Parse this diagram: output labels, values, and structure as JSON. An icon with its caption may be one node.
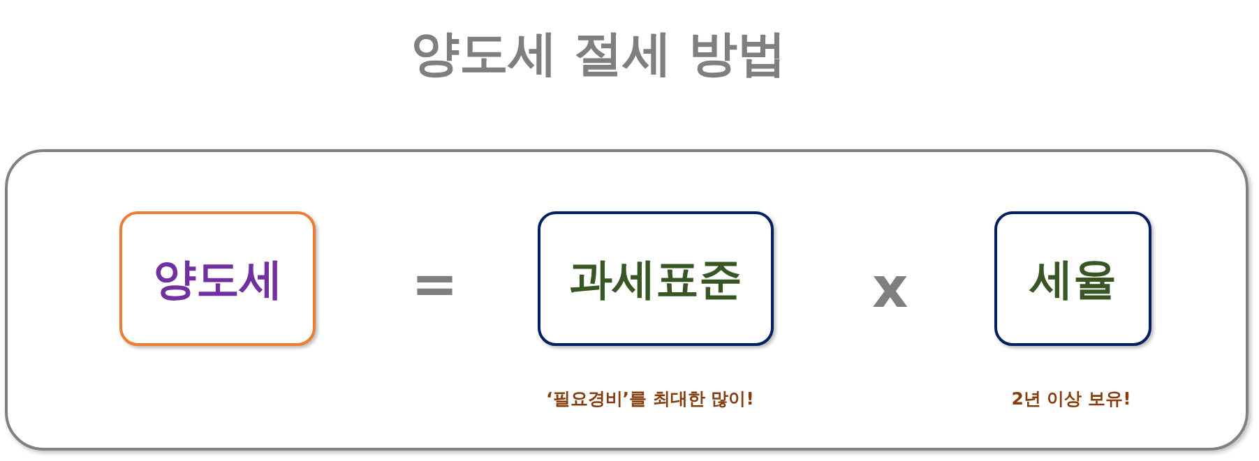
{
  "diagram": {
    "title": "양도세 절세 방법",
    "nodes": [
      {
        "text": [],
        "shape": "box"
      },
      {
        "text": [
          "양도세"
        ],
        "in": 0
      },
      {
        "text": [
          "과세표준"
        ],
        "in": 0,
        "beside": [
          "‘필요경비’를 최대한 많이!"
        ]
      },
      {
        "text": [
          "세율"
        ],
        "in": 0,
        "beside": [
          "2년 이상 보유!"
        ]
      }
    ],
    "labels": [
      "=",
      "x"
    ]
  }
}
